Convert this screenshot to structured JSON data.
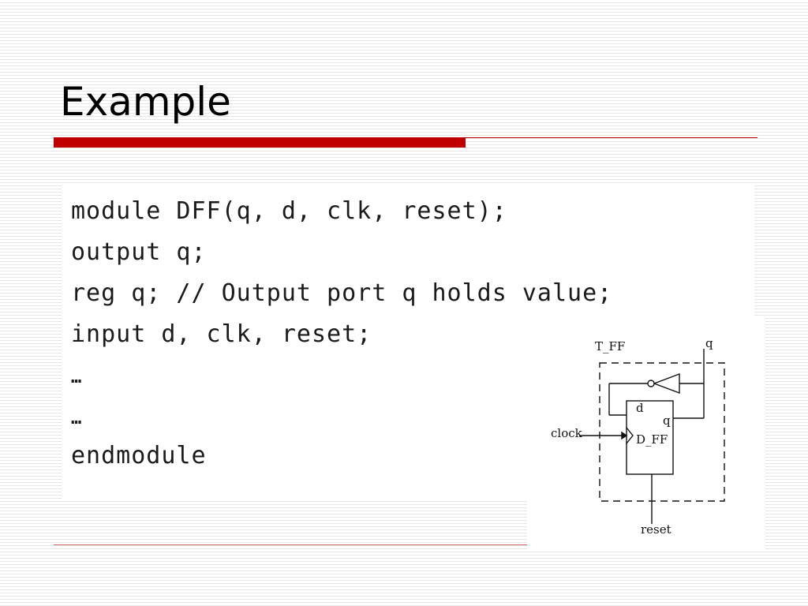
{
  "slide": {
    "title": "Example"
  },
  "code": {
    "lines": [
      "module DFF(q, d, clk, reset);",
      "output q;",
      "reg q; // Output port q holds value;",
      "input d, clk, reset;",
      "…",
      "…",
      "endmodule"
    ]
  },
  "diagram": {
    "outer_label": "T_FF",
    "output_label": "q",
    "clock_label": "clock",
    "reset_label": "reset",
    "ff_d_label": "d",
    "ff_q_label": "q",
    "ff_name": "D_FF"
  },
  "colors": {
    "accent_red": "#c00000",
    "text": "#000000"
  }
}
